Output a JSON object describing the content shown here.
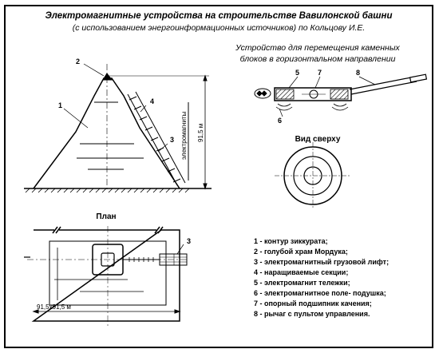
{
  "title": "Электромагнитные устройства на строительстве Вавилонской башни",
  "subtitle": "(с использованием энергоинформационных источников) по Кольцову И.Е.",
  "device_heading_line1": "Устройство для перемещения каменных",
  "device_heading_line2": "блоков в горизонтальном направлении",
  "top_view_label": "Вид сверху",
  "plan_label": "План",
  "height_dim": "91,5 м",
  "base_dim": "91,5x91,5 м",
  "magnets_label": "электромагниты",
  "callouts": {
    "c1": "1",
    "c2": "2",
    "c3": "3",
    "c4": "4",
    "c5": "5",
    "c6": "6",
    "c7": "7",
    "c8": "8",
    "c3_plan": "3"
  },
  "legend": [
    "1 - контур зиккурата;",
    "2 - голубой храм Мордука;",
    "3 - электромагнитный грузовой лифт;",
    "4 - наращиваемые секции;",
    "5 - электромагнит тележки;",
    "6 - электромагнитное поле- подушка;",
    "7 - опорный подшипник качения;",
    "8 - рычаг с пультом управления."
  ],
  "colors": {
    "ink": "#000000",
    "paper": "#ffffff",
    "hatch": "#555555"
  }
}
